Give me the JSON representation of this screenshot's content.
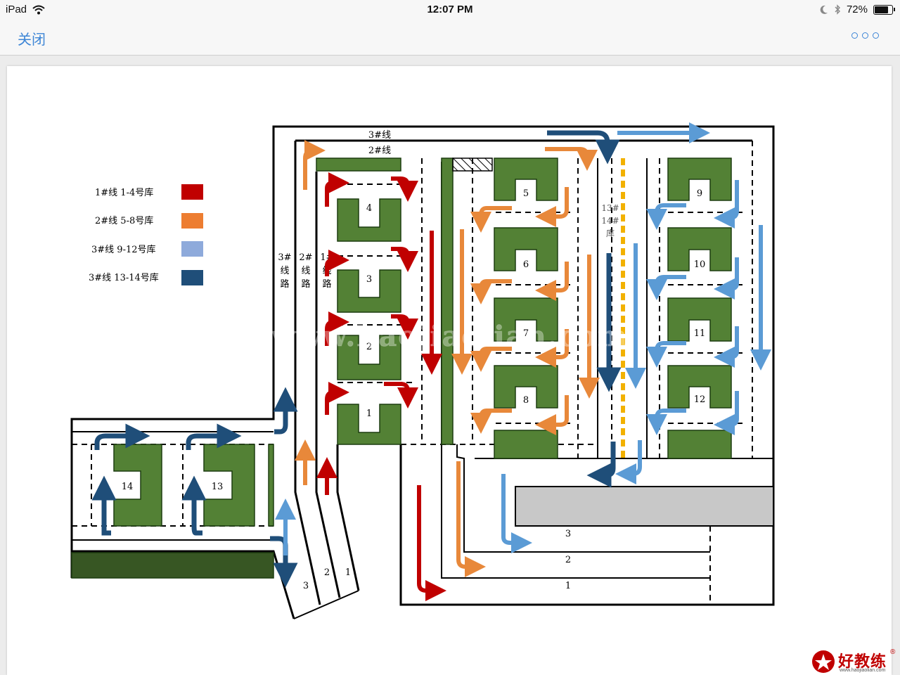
{
  "status": {
    "device": "iPad",
    "time": "12:07 PM",
    "battery": "72%",
    "battery_level": 0.72
  },
  "nav": {
    "close_label": "关闭"
  },
  "diagram": {
    "colors": {
      "line1": "#c00000",
      "line2": "#e8883a",
      "line3_light": "#5b9bd5",
      "line3_dark": "#1f4e79",
      "building": "#538135",
      "building_dark": "#375623",
      "band_grey": "#c8c8c8",
      "stripe_yellow": "#f2b100"
    },
    "legend": [
      {
        "label": "1#线  1-4号库",
        "color": "#c00000"
      },
      {
        "label": "2#线  5-8号库",
        "color": "#ed7d31"
      },
      {
        "label": "3#线  9-12号库",
        "color": "#8eaadb"
      },
      {
        "label": "3#线  13-14号库",
        "color": "#1f4e79"
      }
    ],
    "road_labels": {
      "top_3": "3#线",
      "top_2": "2#线",
      "v3a": "3#",
      "v3b": "线",
      "v3c": "路",
      "v2a": "2#",
      "v2b": "线",
      "v2c": "路",
      "v1a": "1#",
      "v1b": "线",
      "v1c": "路",
      "mid_a": "13#",
      "mid_b": "14#",
      "mid_c": "库"
    },
    "warehouses": [
      "1",
      "2",
      "3",
      "4",
      "5",
      "6",
      "7",
      "8",
      "9",
      "10",
      "11",
      "12",
      "13",
      "14"
    ],
    "lane_numbers": {
      "bottom_3": "3",
      "bottom_2": "2",
      "bottom_1": "1",
      "entry_3": "3",
      "entry_2": "2",
      "entry_1": "1"
    },
    "watermark": "www.haojiaolian.com"
  },
  "brand": {
    "name": "好教练",
    "registered": "®",
    "url": "www.haojiaolian.com"
  }
}
